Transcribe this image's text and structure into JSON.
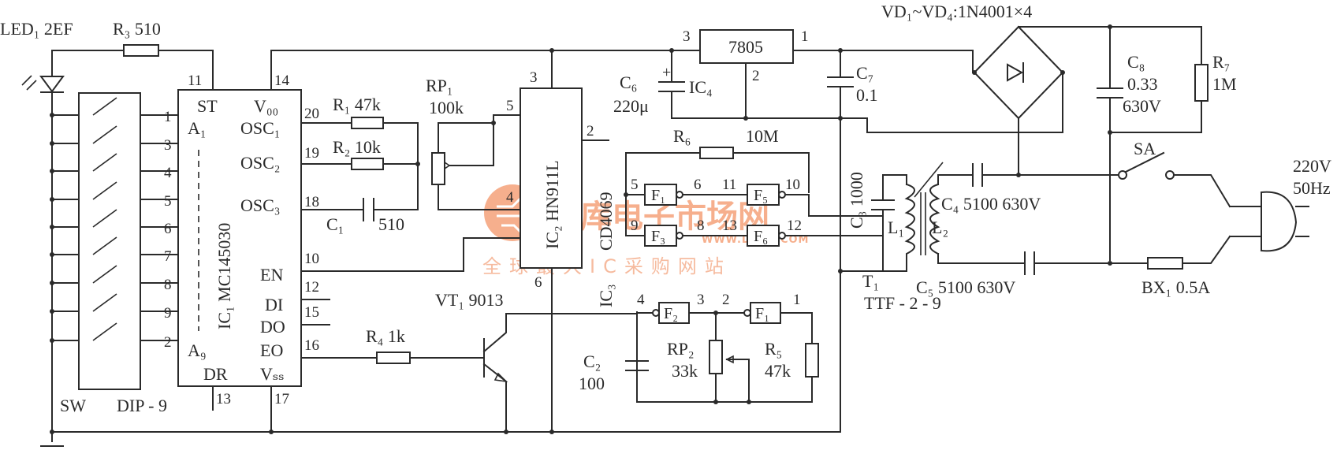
{
  "labels": {
    "led": "LED₁ 2EF",
    "r3": "R₃  510",
    "sw": "SW",
    "dip": "DIP - 9",
    "ic1": "IC₁ MC145030",
    "ic1_st": "ST",
    "ic1_vdd": "V₀₀",
    "ic1_a1": "A₁",
    "ic1_a9": "A₉",
    "ic1_osc1": "OSC₁",
    "ic1_osc2": "OSC₂",
    "ic1_osc3": "OSC₃",
    "ic1_en": "EN",
    "ic1_di": "DI",
    "ic1_do": "DO",
    "ic1_eo": "EO",
    "ic1_dr": "DR",
    "ic1_vss": "Vₛₛ",
    "r1": "R₁  47k",
    "r2": "R₂  10k",
    "c1": "C₁",
    "c1v": "510",
    "rp1": "RP₁",
    "rp1v": "100k",
    "ic2": "IC₂ HN911L",
    "ic3": "IC₃",
    "cd4069": "CD4069",
    "vt1": "VT₁  9013",
    "r4": "R₄  1k",
    "c2": "C₂",
    "c2v": "100",
    "rp2": "RP₂",
    "rp2v": "33k",
    "r5": "R₅",
    "r5v": "47k",
    "r6": "R₆",
    "r6v": "10M",
    "f1": "F₁",
    "f2": "F₂",
    "f3": "F₃",
    "f5": "F₅",
    "f6": "F₆",
    "reg": "7805",
    "c6": "C₆",
    "c6v": "220μ",
    "ic4": "IC₄",
    "c7": "C₇",
    "c7v": "0.1",
    "c3": "C₃ 1000",
    "l1": "L₁",
    "l2": "L₂",
    "t1": "T₁",
    "ttf": "TTF - 2 - 9",
    "c4": "C₄  5100  630V",
    "c5": "C₅  5100  630V",
    "bx1": "BX₁ 0.5A",
    "sa": "SA",
    "vd": "VD₁~VD₄:1N4001×4",
    "c8": "C₈",
    "c8v": "0.33",
    "c8v2": "630V",
    "r7": "R₇",
    "r7v": "1M",
    "mains1": "220V",
    "mains2": "50Hz",
    "plus": "+"
  },
  "pins": {
    "p11": "11",
    "p14": "14",
    "p1": "1",
    "p3": "3",
    "p4": "4",
    "p5": "5",
    "p6": "6",
    "p7": "7",
    "p8": "8",
    "p9": "9",
    "p2": "2",
    "p20": "20",
    "p19": "19",
    "p18": "18",
    "p10": "10",
    "p12": "12",
    "p15": "15",
    "p16": "16",
    "p13": "13",
    "p17": "17",
    "ic2_3": "3",
    "ic2_5": "5",
    "ic2_4": "4",
    "ic2_2": "2",
    "ic2_6": "6",
    "reg_3": "3",
    "reg_1": "1",
    "reg_2": "2",
    "g5": "5",
    "g6": "6",
    "g11": "11",
    "g10": "10",
    "g9": "9",
    "g8": "8",
    "g13": "13",
    "g12": "12",
    "g4": "4",
    "g3": "3",
    "g2": "2",
    "g1": "1"
  },
  "watermark": {
    "main": "维库电子市场网",
    "url": "WWW.DZSC.COM",
    "sub": "全球最大IC采购网站"
  },
  "colors": {
    "ink": "#2a2a2a",
    "watermark": "#f5a27a"
  }
}
